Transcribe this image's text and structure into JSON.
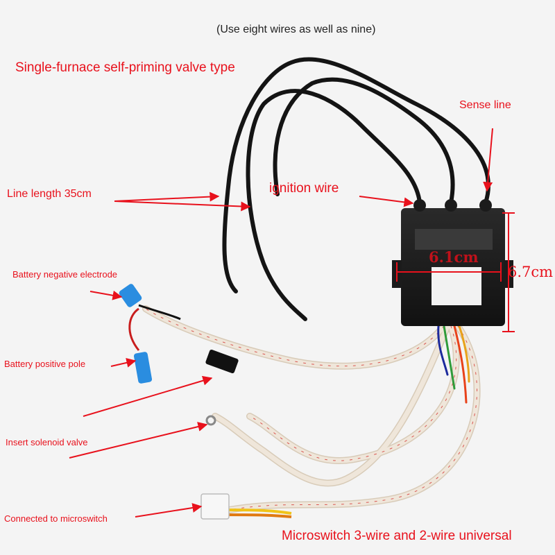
{
  "labels": {
    "note": "Use eight wires as well as nine",
    "title": "Single-furnace self-priming valve type",
    "sense_line": "Sense line",
    "ignition_wire": "ignition wire",
    "line_length": "Line length 35cm",
    "battery_negative": "Battery negative electrode",
    "battery_positive": "Battery positive pole",
    "insert_solenoid": "Insert solenoid valve",
    "microswitch_connect": "Connected to microswitch",
    "microswitch_universal": "Microswitch 3-wire and 2-wire universal",
    "width_dim": "6.1cm",
    "height_dim": "6.7cm"
  },
  "colors": {
    "annotation": "#e8111c",
    "cable_black": "#141414",
    "box_black": "#1b1b1b",
    "sheath": "#efe6da",
    "sheath_stripe": "#d9534f",
    "background": "#f4f4f4"
  }
}
